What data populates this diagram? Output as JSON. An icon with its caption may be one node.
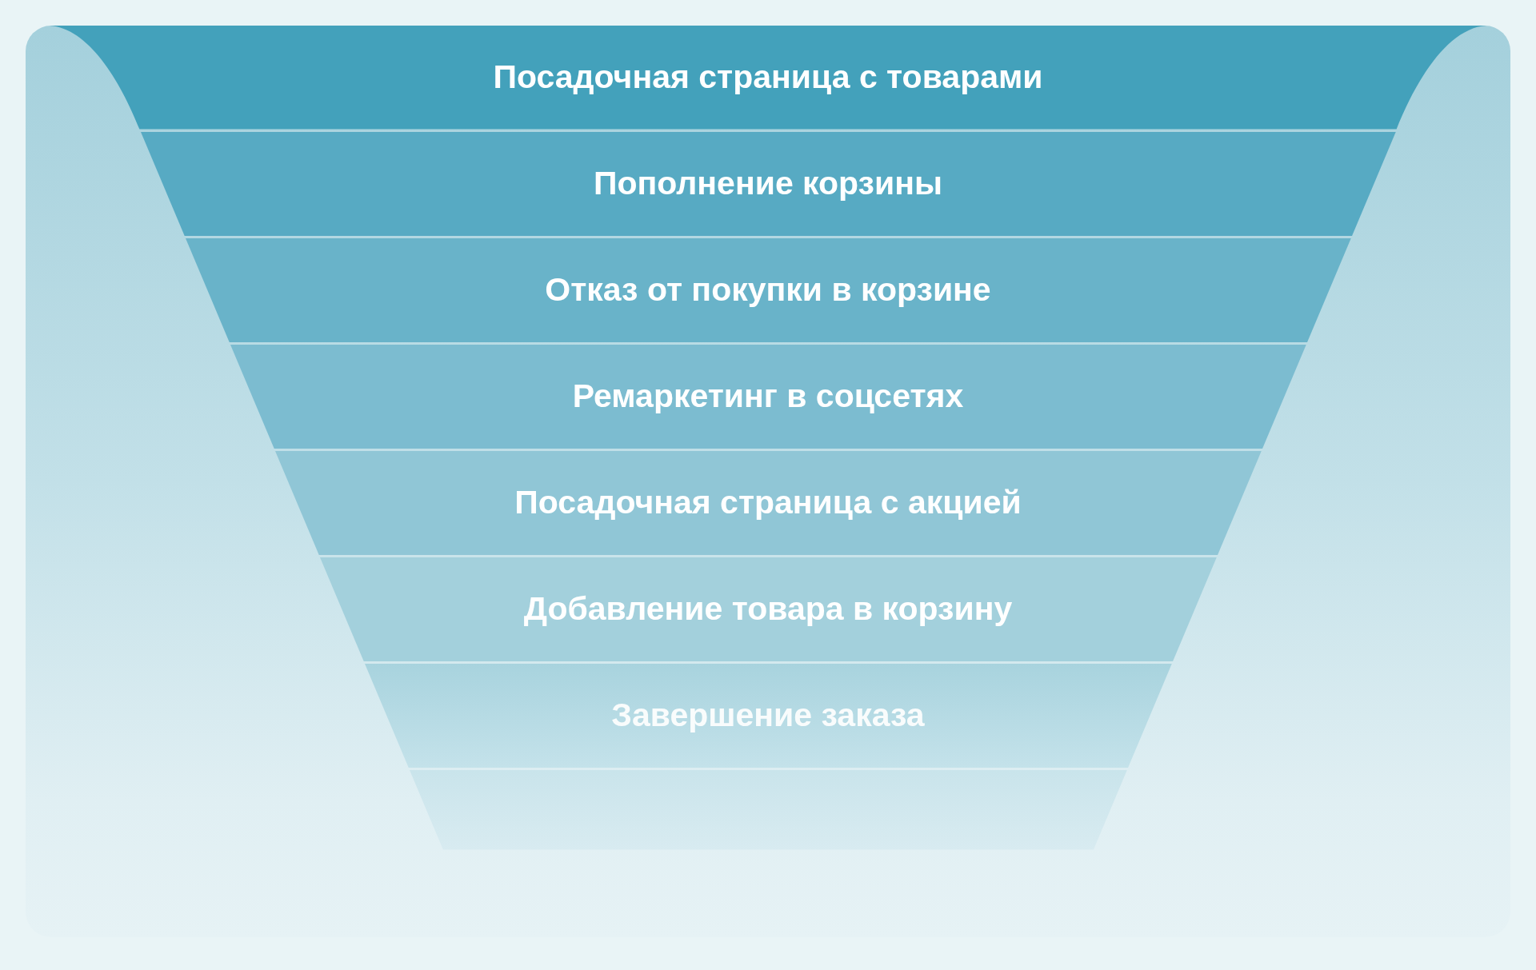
{
  "diagram": {
    "nodes": [
      {
        "text": [
          "Посадочная страница с товарами"
        ]
      },
      {
        "text": [
          "Пополнение корзины"
        ]
      },
      {
        "text": [
          "Отказ от покупки в корзине"
        ]
      },
      {
        "text": [
          "Ремаркетинг в соцсетях"
        ]
      },
      {
        "text": [
          "Посадочная страница с акцией"
        ]
      },
      {
        "text": [
          "Добавление товара в корзину"
        ]
      },
      {
        "text": [
          "Завершение заказа"
        ]
      },
      {
        "text": [],
        "shape": "band"
      }
    ]
  }
}
